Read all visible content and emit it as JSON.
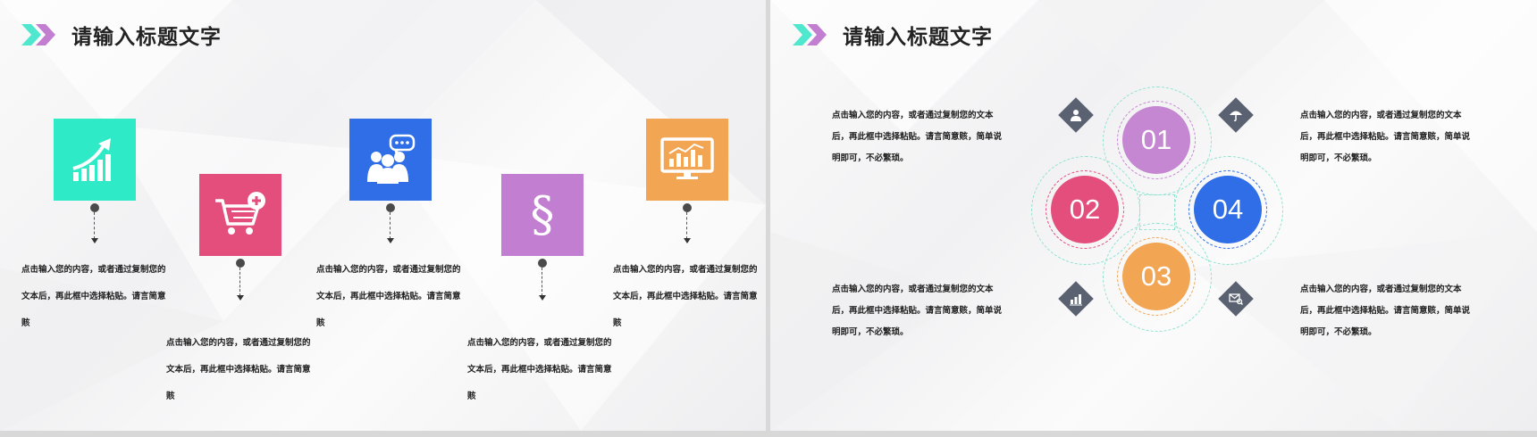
{
  "slides": [
    {
      "title": "请输入标题文字",
      "steps": [
        {
          "icon": "growth-chart-icon",
          "color": "#2eeac6",
          "text": "点击输入您的内容，或者通过复制您的文本后，再此框中选择粘贴。请言简意赅"
        },
        {
          "icon": "shopping-cart-add-icon",
          "color": "#e34e7c",
          "text": "点击输入您的内容，或者通过复制您的文本后，再此框中选择粘贴。请言简意赅"
        },
        {
          "icon": "team-chat-icon",
          "color": "#2f6ee6",
          "text": "点击输入您的内容，或者通过复制您的文本后，再此框中选择粘贴。请言简意赅"
        },
        {
          "icon": "section-sign-icon",
          "glyph": "§",
          "color": "#c27ed0",
          "text": "点击输入您的内容，或者通过复制您的文本后，再此框中选择粘贴。请言简意赅"
        },
        {
          "icon": "monitor-chart-icon",
          "color": "#f2a553",
          "text": "点击输入您的内容，或者通过复制您的文本后，再此框中选择粘贴。请言简意赅"
        }
      ]
    },
    {
      "title": "请输入标题文字",
      "items": [
        {
          "number": "01",
          "color": "#c586d2"
        },
        {
          "number": "02",
          "color": "#e34e7c"
        },
        {
          "number": "03",
          "color": "#f2a553"
        },
        {
          "number": "04",
          "color": "#2f6ee6"
        }
      ],
      "texts": [
        "点击输入您的内容，或者通过复制您的文本后，再此框中选择粘贴。请言简意赅，简单说明即可，不必繁琐。",
        "点击输入您的内容，或者通过复制您的文本后，再此框中选择粘贴。请言简意赅，简单说明即可，不必繁琐。",
        "点击输入您的内容，或者通过复制您的文本后，再此框中选择粘贴。请言简意赅，简单说明即可，不必繁琐。",
        "点击输入您的内容，或者通过复制您的文本后，再此框中选择粘贴。请言简意赅，简单说明即可，不必繁琐。"
      ],
      "diamond_icons": [
        "user-icon",
        "umbrella-icon",
        "bar-chart-icon",
        "mail-search-icon"
      ]
    }
  ],
  "accent_colors": {
    "teal": "#2eeac6",
    "purple": "#c27ed0",
    "dark": "#5a6170"
  }
}
